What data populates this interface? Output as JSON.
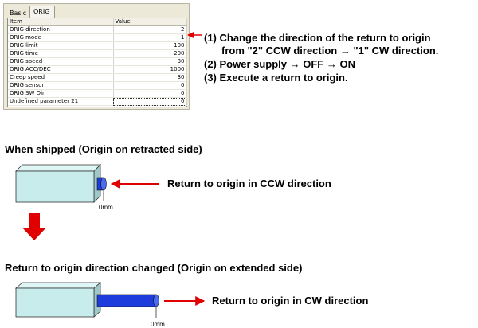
{
  "tabs": [
    {
      "label": "Basic",
      "active": false
    },
    {
      "label": "ORIG",
      "active": true
    }
  ],
  "table": {
    "headers": [
      "Item",
      "Value"
    ],
    "rows": [
      {
        "item": "ORIG direction",
        "value": "2"
      },
      {
        "item": "ORIG mode",
        "value": "1"
      },
      {
        "item": "ORIG limit",
        "value": "100"
      },
      {
        "item": "ORIG time",
        "value": "200"
      },
      {
        "item": "ORIG speed",
        "value": "30"
      },
      {
        "item": "ORIG ACC/DEC",
        "value": "1000"
      },
      {
        "item": "Creep speed",
        "value": "30"
      },
      {
        "item": "ORIG sensor",
        "value": "0"
      },
      {
        "item": "ORIG SW Dir",
        "value": "0"
      },
      {
        "item": "Undefined parameter 21",
        "value": "0"
      }
    ]
  },
  "steps": {
    "step1_line1": "(1) Change the direction of the return to origin",
    "step1_line2": "from \"2\" CCW direction → \"1\" CW direction.",
    "step2": "(2) Power supply → OFF → ON",
    "step3": "(3) Execute a return to origin."
  },
  "shipped": {
    "heading": "When shipped (Origin on retracted side)",
    "label": "Return to origin in CCW direction",
    "zero": "0mm"
  },
  "changed": {
    "heading": "Return to origin direction changed (Origin on extended side)",
    "label": "Return to origin in CW direction",
    "zero": "0mm"
  },
  "colors": {
    "arrow": "#e00000",
    "body_fill": "#c8ecec",
    "rod": "#1e3cdc"
  }
}
